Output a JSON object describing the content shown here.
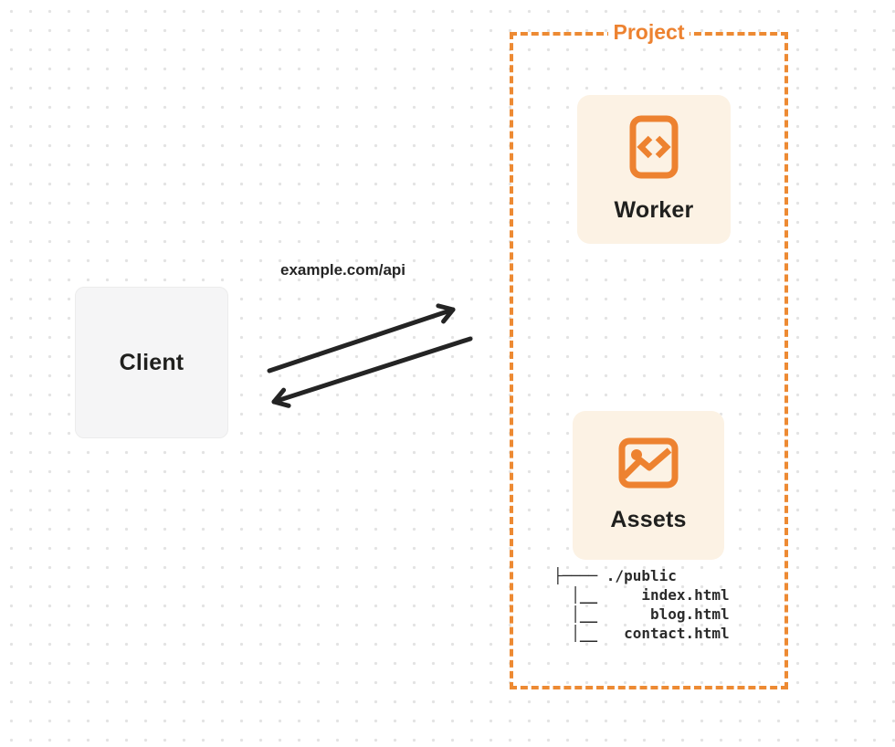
{
  "diagram": {
    "client": {
      "label": "Client"
    },
    "request": {
      "url_label": "example.com/api"
    },
    "project": {
      "label": "Project",
      "worker": {
        "label": "Worker",
        "icon": "code-file-icon"
      },
      "assets": {
        "label": "Assets",
        "icon": "image-icon"
      },
      "file_tree": {
        "lines": [
          "├──── ./public",
          "  │__     index.html",
          "  │__      blog.html",
          "  │__   contact.html"
        ]
      }
    },
    "colors": {
      "accent_orange": "#ed8a33",
      "node_cream": "#fcf2e4",
      "client_gray": "#f5f5f6",
      "ink": "#242424",
      "dot_grid": "#e3e3e3"
    }
  }
}
